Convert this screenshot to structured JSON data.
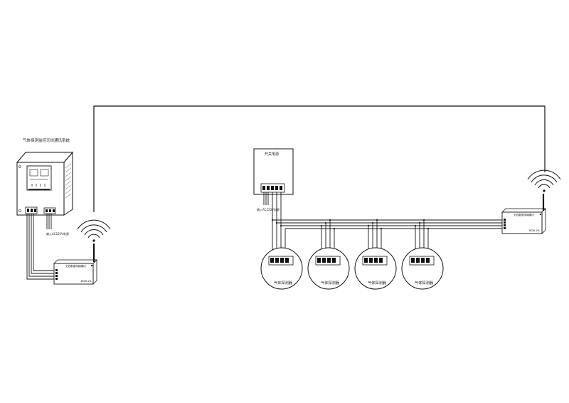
{
  "controller": {
    "title": "气体探测监控无线通讯系统",
    "power_note": "输入AC220V电源"
  },
  "power_supply": {
    "label": "开关电源",
    "power_note": "输入AC220V电源"
  },
  "wireless_module_left": {
    "label": "无线数据传输模块",
    "model": "BDW-2M"
  },
  "wireless_module_right": {
    "label": "无线数据传输模块",
    "model": "BDW-2M"
  },
  "detectors": [
    {
      "label": "气体探测器"
    },
    {
      "label": "气体探测器"
    },
    {
      "label": "气体探测器"
    },
    {
      "label": "气体探测器"
    }
  ]
}
